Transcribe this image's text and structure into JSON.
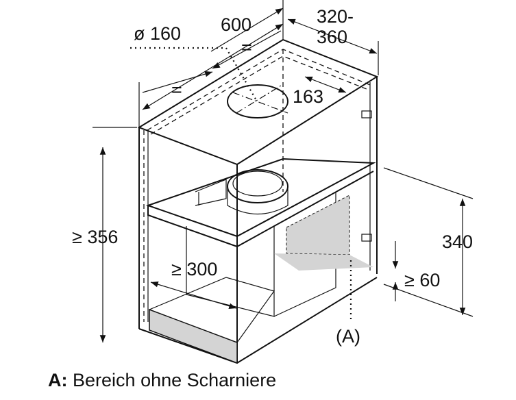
{
  "dimensions": {
    "width": "600",
    "duct_diameter": "ø 160",
    "depth_line1": "320-",
    "depth_line2": "360",
    "equal_left": "=",
    "equal_right": "=",
    "duct_offset": "163",
    "min_height": "≥ 356",
    "min_inner_depth": "≥ 300",
    "hood_height": "340",
    "min_clearance": "≥ 60",
    "area_marker": "(A)"
  },
  "caption": {
    "key": "A:",
    "text": "Bereich ohne Scharniere"
  },
  "colors": {
    "line": "#111111",
    "shade": "#d4d4d4"
  }
}
